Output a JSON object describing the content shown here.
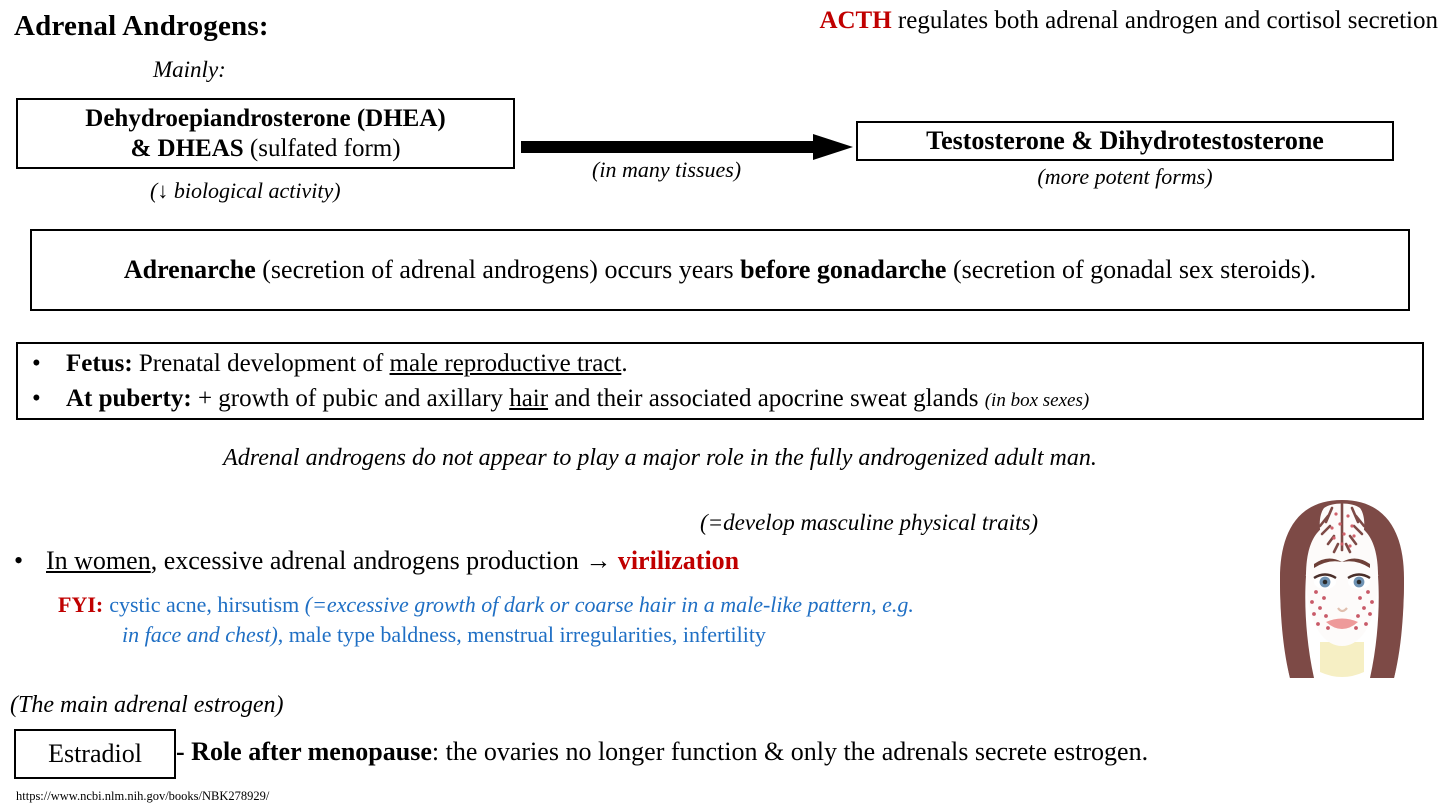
{
  "title": "Adrenal Androgens:",
  "acth_note": {
    "highlight": "ACTH",
    "rest": " regulates both adrenal androgen and cortisol secretion"
  },
  "pathway": {
    "mainly_label": "Mainly:",
    "source_box": {
      "line1": "Dehydroepiandrosterone (DHEA)",
      "line2_bold": "& DHEAS",
      "line2_rest": " (sulfated form)"
    },
    "source_note": "(↓ biological activity)",
    "arrow_caption": "(in many tissues)",
    "product_box": "Testosterone & Dihydrotestosterone",
    "product_note": "(more potent forms)"
  },
  "adrenarche": {
    "term1": "Adrenarche",
    "mid1": " (secretion of adrenal androgens) occurs years ",
    "term2": "before gonadarche",
    "mid2": " (secretion of gonadal sex steroids)."
  },
  "effects": {
    "bullet_glyph": "•",
    "items": [
      {
        "label": "Fetus:",
        "text_before": " Prenatal development of ",
        "underlined": "male reproductive tract",
        "text_after": ".",
        "aside": ""
      },
      {
        "label": "At puberty:",
        "text_before": " + growth of pubic and axillary ",
        "underlined": "hair",
        "text_after": " and their associated apocrine sweat glands ",
        "aside": "(in box sexes)"
      }
    ]
  },
  "adult_man_note": "Adrenal androgens do not appear to play a major role in the fully androgenized adult man.",
  "virilization": {
    "aside": "(=develop masculine physical traits)",
    "bullet_glyph": "•",
    "underlined": "In women",
    "text": ", excessive adrenal androgens production → ",
    "keyword": "virilization",
    "fyi_label": "FYI:",
    "fyi_part1": "cystic acne, hirsutism ",
    "fyi_italic1": "(=excessive growth of dark or coarse hair in a male-like pattern, e.g.",
    "fyi_italic2": "in face and chest)",
    "fyi_part2": ", male type baldness, menstrual irregularities, infertility"
  },
  "estradiol": {
    "note": "(The main adrenal estrogen)",
    "box_label": "Estradiol",
    "dash": "- ",
    "bold_part": "Role after menopause",
    "rest": ": the ovaries no longer function & only the adrenals secrete estrogen."
  },
  "source_url": "https://www.ncbi.nlm.nih.gov/books/NBK278929/",
  "colors": {
    "accent_red": "#c00000",
    "accent_blue": "#1f6fc4",
    "hair": "#7d4a46",
    "skin": "#fdfbfa",
    "lips": "#ee9a9a",
    "eye": "#6f93b4",
    "neck": "#f6efc4",
    "acne_dot": "#d1616b"
  }
}
